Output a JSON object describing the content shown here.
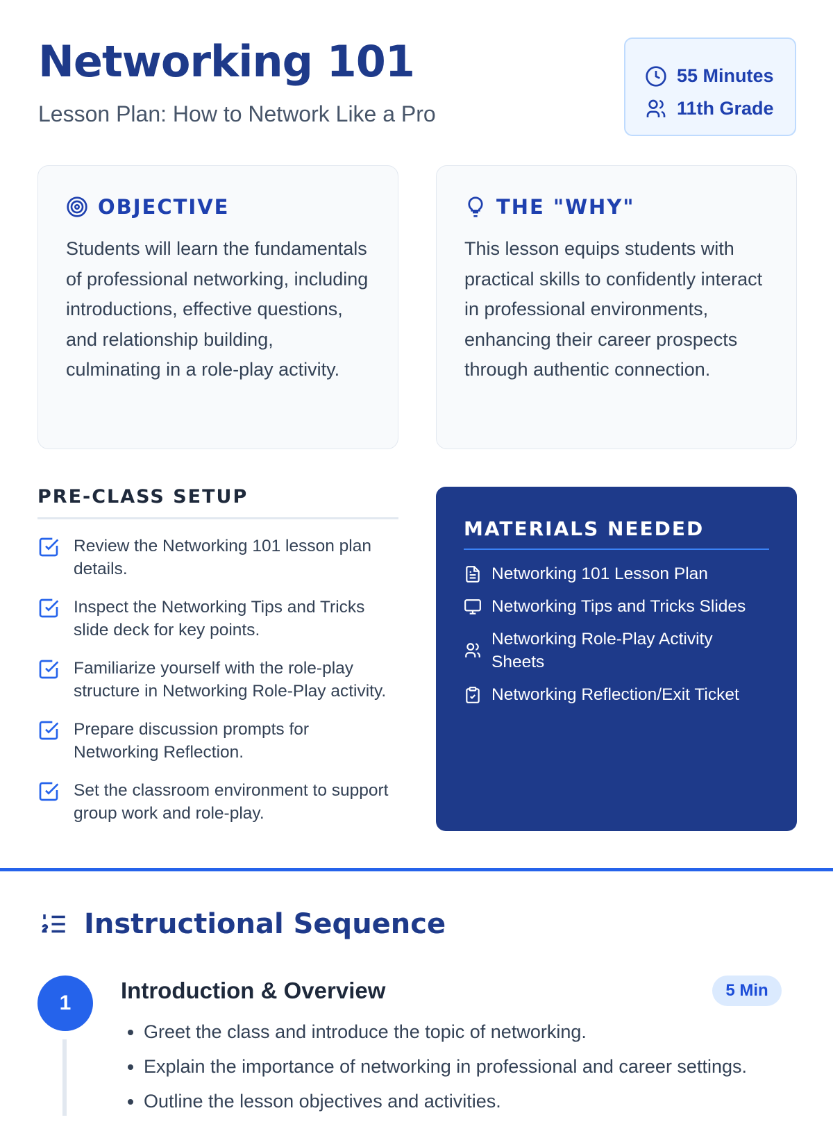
{
  "header": {
    "title": "Networking 101",
    "subtitle": "Lesson Plan: How to Network Like a Pro",
    "duration": "55 Minutes",
    "grade": "11th Grade"
  },
  "objective": {
    "heading": "OBJECTIVE",
    "text": "Students will learn the fundamentals of professional networking, including introductions, effective questions, and relationship building, culminating in a role-play activity."
  },
  "why": {
    "heading": "THE \"WHY\"",
    "text": "This lesson equips students with practical skills to confidently interact in professional environments, enhancing their career prospects through authentic connection."
  },
  "setup": {
    "heading": "PRE-CLASS SETUP",
    "items": [
      "Review the Networking 101 lesson plan details.",
      "Inspect the Networking Tips and Tricks slide deck for key points.",
      "Familiarize yourself with the role-play structure in Networking Role-Play activity.",
      "Prepare discussion prompts for Networking Reflection.",
      "Set the classroom environment to support group work and role-play."
    ]
  },
  "materials": {
    "heading": "MATERIALS NEEDED",
    "items": [
      {
        "icon": "document-icon",
        "label": "Networking 101 Lesson Plan"
      },
      {
        "icon": "monitor-icon",
        "label": "Networking Tips and Tricks Slides"
      },
      {
        "icon": "users-icon",
        "label": "Networking Role-Play Activity Sheets"
      },
      {
        "icon": "clipboard-check-icon",
        "label": "Networking Reflection/Exit Ticket"
      }
    ]
  },
  "sequence": {
    "heading": "Instructional Sequence",
    "steps": [
      {
        "number": "1",
        "title": "Introduction & Overview",
        "duration": "5 Min",
        "bullets": [
          "Greet the class and introduce the topic of networking.",
          "Explain the importance of networking in professional and career settings.",
          "Outline the lesson objectives and activities."
        ]
      }
    ]
  }
}
